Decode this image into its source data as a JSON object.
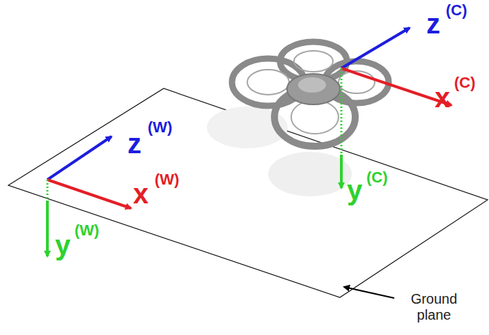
{
  "diagram": {
    "labels": [
      "z",
      "(W)",
      "x",
      "(W)",
      "y",
      "(W)",
      "z",
      "(C)",
      "x",
      "(C)",
      "y",
      "(C)",
      "Ground plane"
    ]
  }
}
